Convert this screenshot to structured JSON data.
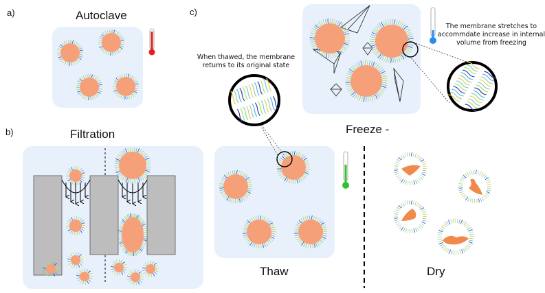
{
  "panel_labels": {
    "a": "a)",
    "b": "b)",
    "c": "c)"
  },
  "titles": {
    "autoclave": "Autoclave",
    "filtration": "Filtration",
    "freeze": "Freeze -",
    "thaw": "Thaw",
    "dry": "Dry"
  },
  "annotations": {
    "thawed": [
      "When thawed, the membrane",
      "returns to its original state"
    ],
    "stretch": [
      "The membrane stretches to",
      "accommdate increase in internal",
      "volume from freezing"
    ]
  },
  "colors": {
    "panel_bg": "#e8f1fb",
    "core": "#f6a07a",
    "cargo": "#f08a4b",
    "hot": "#e0211e",
    "cold": "#2a8ee8",
    "neutral": "#2fc42f",
    "filter_block": "#bdbdbd"
  },
  "icons": {
    "hot": "thermometer-hot-icon",
    "cold": "thermometer-cold-icon",
    "neutral": "thermometer-neutral-icon"
  }
}
